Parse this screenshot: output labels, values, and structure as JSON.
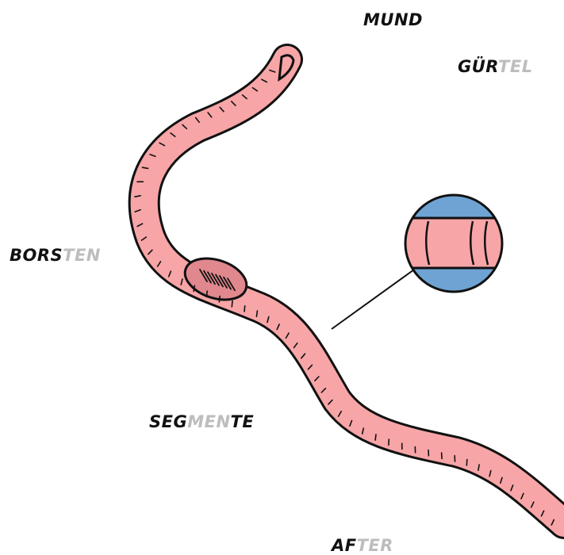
{
  "labels": {
    "mund": [
      {
        "text": "MUND",
        "style": "dark"
      }
    ],
    "guertel": [
      {
        "text": "GÜR",
        "style": "dark"
      },
      {
        "text": "TEL",
        "style": "faded"
      }
    ],
    "borsten": [
      {
        "text": "BORS",
        "style": "dark"
      },
      {
        "text": "TEN",
        "style": "faded"
      }
    ],
    "segmente": [
      {
        "text": "SEG",
        "style": "dark"
      },
      {
        "text": "MEN",
        "style": "faded"
      },
      {
        "text": "TE",
        "style": "dark"
      }
    ],
    "after": [
      {
        "text": "AF",
        "style": "dark"
      },
      {
        "text": "TER",
        "style": "faded"
      }
    ]
  },
  "colors": {
    "worm_body": "#f7a5a7",
    "clitellum": "#e0888e",
    "outline": "#111111",
    "magnifier_background": "#6fa3d4",
    "text_dark": "#111111",
    "text_faded": "#bdbdbd"
  }
}
